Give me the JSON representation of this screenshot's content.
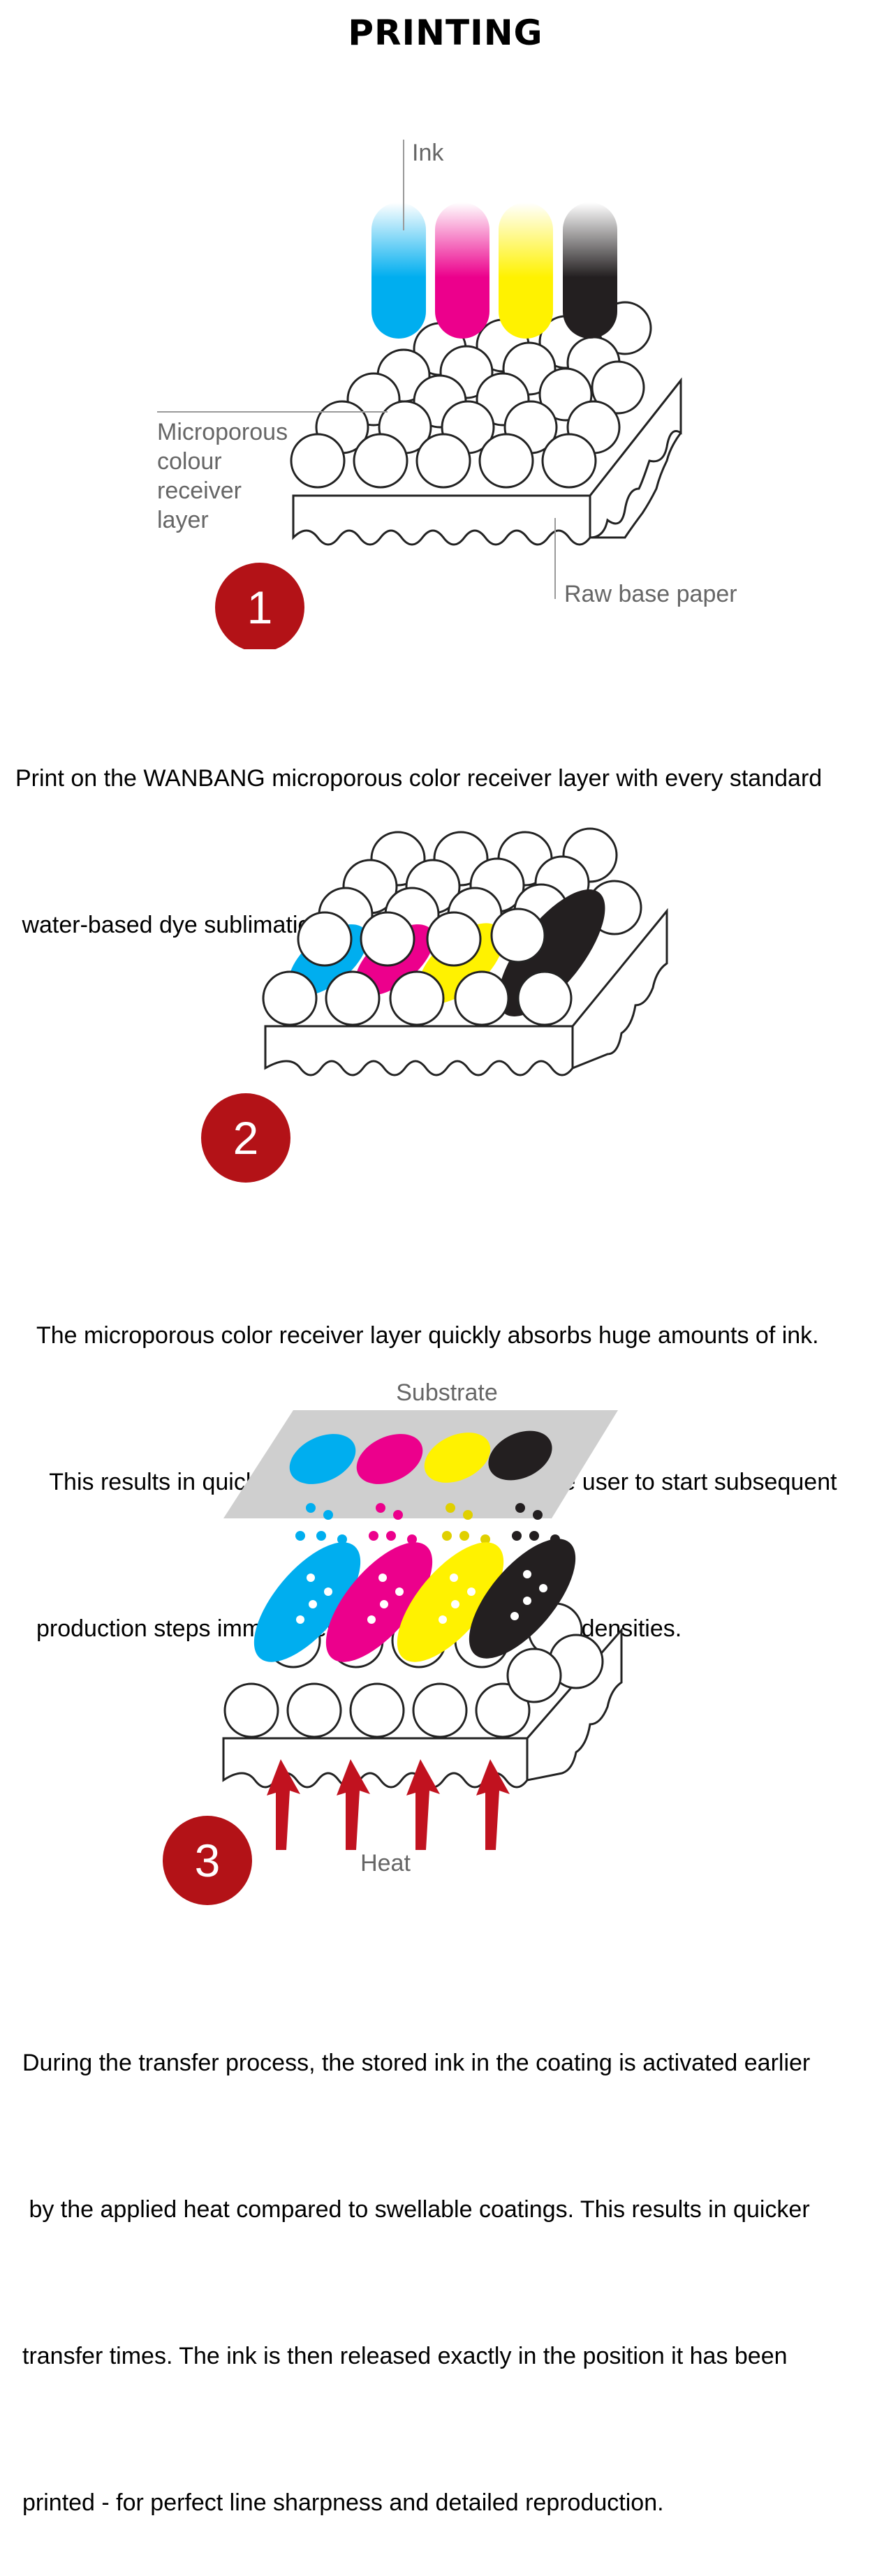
{
  "title": "PRINTING",
  "colors": {
    "cyan": "#00aeef",
    "magenta": "#ec008c",
    "yellow": "#fff200",
    "black": "#231f20",
    "badge": "#b31217",
    "arrow": "#c1121f",
    "substrate": "#cfcfcf",
    "label_gray": "#666666"
  },
  "steps": [
    {
      "number": "1",
      "labels": {
        "ink": "Ink",
        "microporous": [
          "Microporous",
          "colour",
          "receiver",
          "layer"
        ],
        "base": "Raw base paper"
      },
      "text_lines": [
        "Print on the WANBANG microporous color receiver layer with every standard",
        " water-based dye sublimation ink."
      ]
    },
    {
      "number": "2",
      "text_lines": [
        "The microporous color receiver layer quickly absorbs huge amounts of ink.",
        "  This results in quickest drying of print enabling the user to start subsequent",
        "production steps immediately and each high optical densities."
      ]
    },
    {
      "number": "3",
      "labels": {
        "substrate": "Substrate",
        "heat": "Heat"
      },
      "text_lines": [
        "During the transfer process, the stored ink in the coating is activated earlier",
        " by the applied heat compared to swellable coatings. This results in quicker",
        "transfer times. The ink is then released exactly in the position it has been",
        "printed - for perfect line sharpness and detailed reproduction."
      ]
    }
  ]
}
